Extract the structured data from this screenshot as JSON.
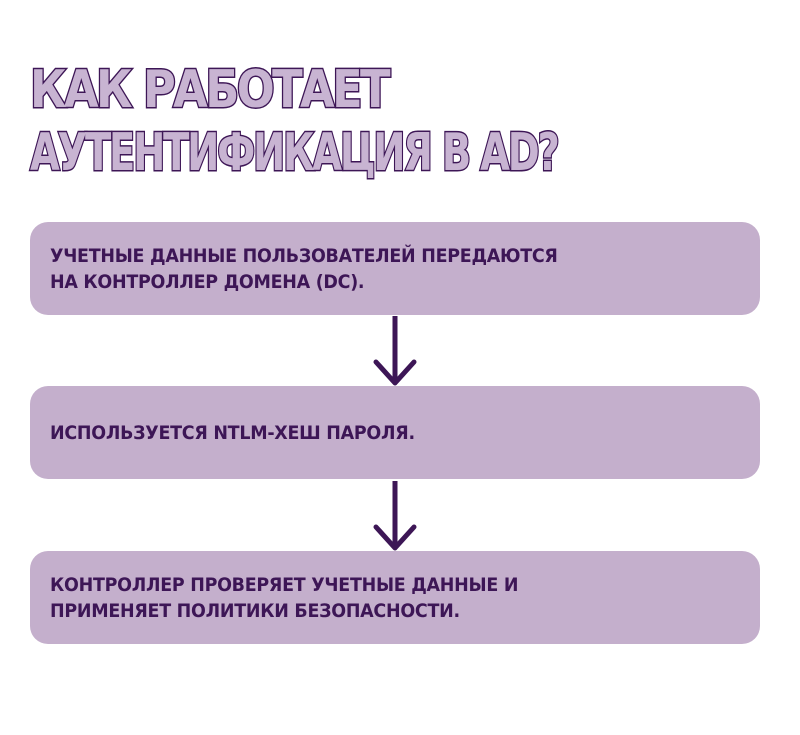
{
  "title": {
    "line1": "КАК РАБОТАЕТ",
    "line2": "АУТЕНТИФИКАЦИЯ В AD?"
  },
  "steps": [
    {
      "text": "УЧЕТНЫЕ ДАННЫЕ ПОЛЬЗОВАТЕЛЕЙ ПЕРЕДАЮТСЯ\nНА КОНТРОЛЛЕР ДОМЕНА (DC)."
    },
    {
      "text": "ИСПОЛЬЗУЕТСЯ NTLM-ХЕШ ПАРОЛЯ."
    },
    {
      "text": "КОНТРОЛЛЕР ПРОВЕРЯЕТ УЧЕТНЫЕ ДАННЫЕ И\nПРИМЕНЯЕТ ПОЛИТИКИ БЕЗОПАСНОСТИ."
    }
  ],
  "colors": {
    "box_fill": "#c4afcc",
    "text_dark": "#3d1656",
    "title_fill": "#c8b4d2"
  },
  "icons": [
    "arrow-down-icon",
    "arrow-down-icon"
  ]
}
